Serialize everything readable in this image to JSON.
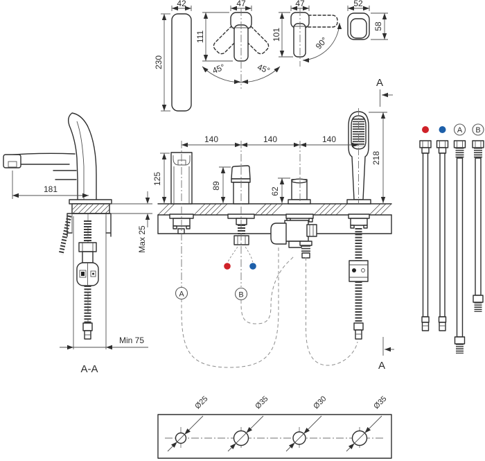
{
  "views": {
    "handle_side": {
      "width": "42",
      "height": "230"
    },
    "handle_front": {
      "width": "47",
      "height": "111",
      "angle_left": "45°",
      "angle_right": "45°"
    },
    "handle_swivel": {
      "width": "47",
      "height": "101",
      "angle": "90°"
    },
    "handle_top": {
      "width": "52",
      "height": "58"
    }
  },
  "section_view": {
    "spout_reach": "181",
    "max_deck_thickness": "Max 25",
    "min_clearance": "Min 75",
    "label": "A-A"
  },
  "deck_assembly": {
    "spacing_1": "140",
    "spacing_2": "140",
    "spacing_3": "140",
    "spout_height": "125",
    "handle_height": "89",
    "diverter_height": "62",
    "shower_height": "218"
  },
  "connections": {
    "a": "A",
    "b": "B"
  },
  "hose_labels": {
    "a": "A",
    "b": "B"
  },
  "section_cuts": {
    "top": "A",
    "bottom": "A"
  },
  "drill_plate": {
    "hole_1": "Ø25",
    "hole_2": "Ø35",
    "hole_3": "Ø30",
    "hole_4": "Ø35"
  },
  "colors": {
    "hot": "#cf2128",
    "cold": "#1d5fa9"
  }
}
